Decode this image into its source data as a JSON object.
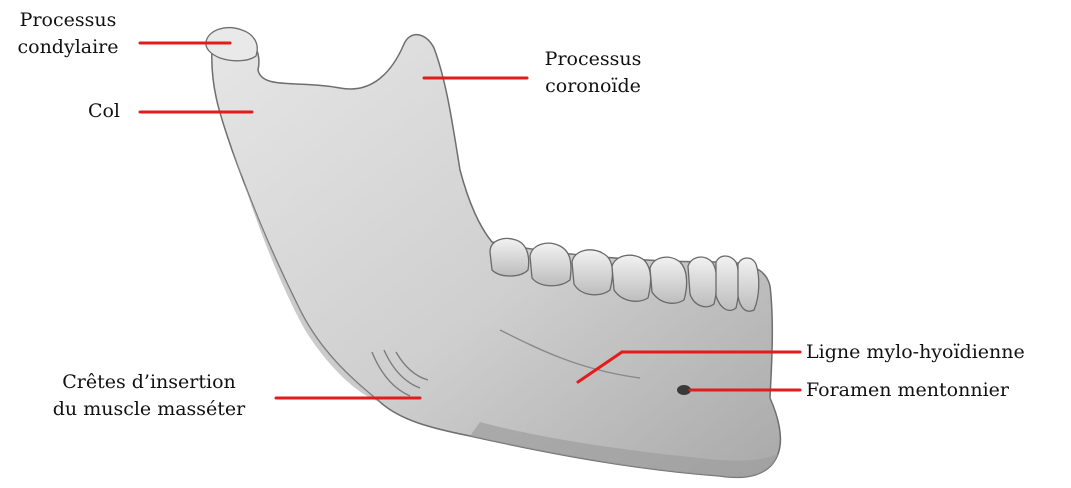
{
  "colors": {
    "leader": "#e41b1b",
    "bone": "#d9d9d9",
    "bone_shadow": "#9a9a9a",
    "bone_outline": "#6e6e6e",
    "text": "#111111"
  },
  "labels": {
    "condyle": {
      "line1": "Processus",
      "line2": "condylaire"
    },
    "neck": {
      "line1": "Col"
    },
    "coronoid": {
      "line1": "Processus",
      "line2": "coronoïde"
    },
    "ridges": {
      "line1": "Crêtes d’insertion",
      "line2": "du muscle masséter"
    },
    "mylohyoid": {
      "line1": "Ligne mylo-hyoïdienne"
    },
    "mental_foramen": {
      "line1": "Foramen mentonnier"
    }
  }
}
